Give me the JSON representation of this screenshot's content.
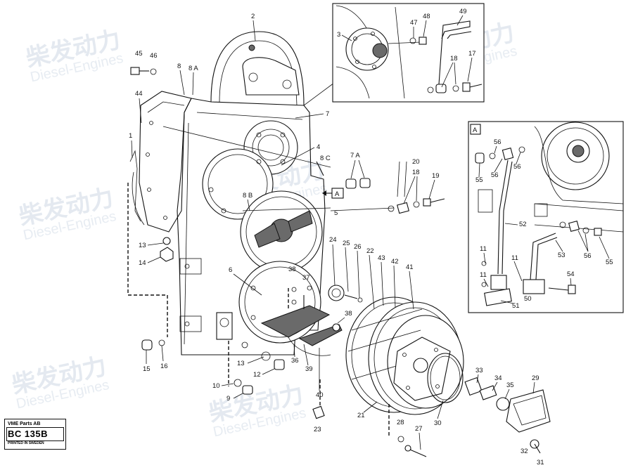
{
  "watermark": {
    "cn": "柴发动力",
    "en": "Diesel-Engines"
  },
  "badge": {
    "publisher": "VME Parts AB",
    "code": "BC 135B",
    "note": "PRINTED IN SWEDEN"
  },
  "ref_markers": {
    "main": "A",
    "detail_title": "A"
  },
  "callouts": {
    "c1": "1",
    "c2": "2",
    "c3": "3",
    "c4": "4",
    "c5": "5",
    "c6": "6",
    "c7": "7",
    "c7a": "7 A",
    "c8": "8",
    "c8a": "8 A",
    "c8b": "8 B",
    "c8c": "8 C",
    "c9": "9",
    "c10": "10",
    "c11a": "11",
    "c11b": "11",
    "c11c": "11",
    "c12": "12",
    "c13a": "13",
    "c13b": "13",
    "c14": "14",
    "c15": "15",
    "c16": "16",
    "c17": "17",
    "c18a": "18",
    "c18b": "18",
    "c19": "19",
    "c20": "20",
    "c21": "21",
    "c22": "22",
    "c23": "23",
    "c24": "24",
    "c25": "25",
    "c26": "26",
    "c27": "27",
    "c28": "28",
    "c29": "29",
    "c30": "30",
    "c31": "31",
    "c32": "32",
    "c33": "33",
    "c34": "34",
    "c35": "35",
    "c36": "36",
    "c37": "37",
    "c38a": "38",
    "c38b": "38",
    "c39": "39",
    "c40": "40",
    "c41": "41",
    "c42": "42",
    "c43": "43",
    "c44": "44",
    "c45": "45",
    "c46": "46",
    "c47": "47",
    "c48": "48",
    "c49": "49",
    "c50": "50",
    "c51": "51",
    "c52": "52",
    "c53": "53",
    "c54": "54",
    "c55a": "55",
    "c55b": "55",
    "c56a": "56",
    "c56b": "56",
    "c56c": "56"
  }
}
